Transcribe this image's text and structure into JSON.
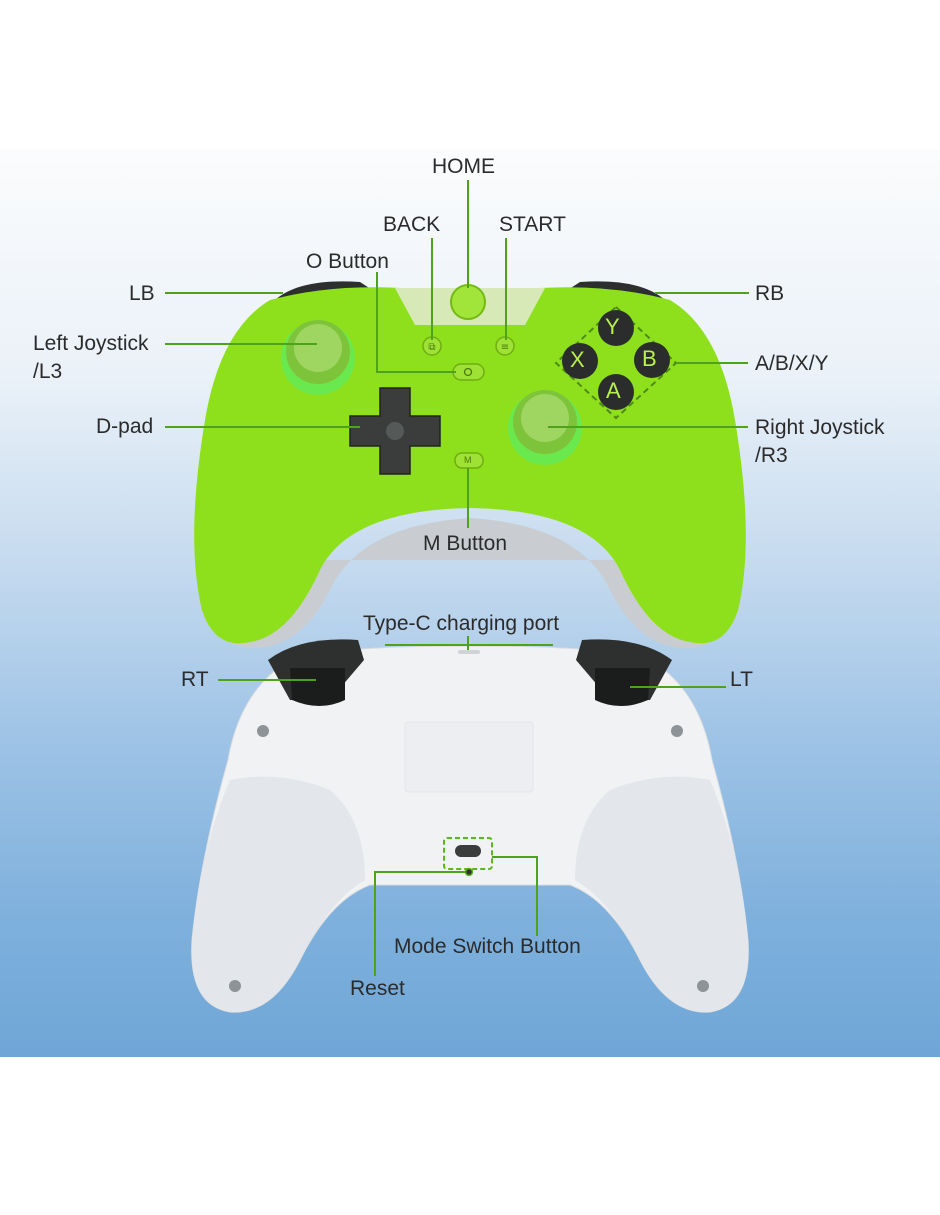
{
  "colors": {
    "controller_green": "#8fe01c",
    "controller_back": "#eef0f2",
    "leader_line": "#4fa31a",
    "label_text": "#2b2b2b",
    "button_dark": "#2a2d2c",
    "bg_top": "#fbfcfd",
    "bg_bottom": "#6fa6d7"
  },
  "front_labels": {
    "home": "HOME",
    "back": "BACK",
    "start": "START",
    "o_button": "O Button",
    "lb": "LB",
    "rb": "RB",
    "left_joystick_1": "Left Joystick",
    "left_joystick_2": "/L3",
    "abxy": "A/B/X/Y",
    "dpad": "D-pad",
    "right_joystick_1": "Right Joystick",
    "right_joystick_2": "/R3",
    "m_button": "M Button"
  },
  "face_buttons": {
    "y": "Y",
    "x": "X",
    "b": "B",
    "a": "A",
    "m": "M"
  },
  "back_labels": {
    "type_c": "Type-C charging port",
    "rt": "RT",
    "lt": "LT",
    "mode_switch": "Mode Switch Button",
    "reset": "Reset"
  }
}
